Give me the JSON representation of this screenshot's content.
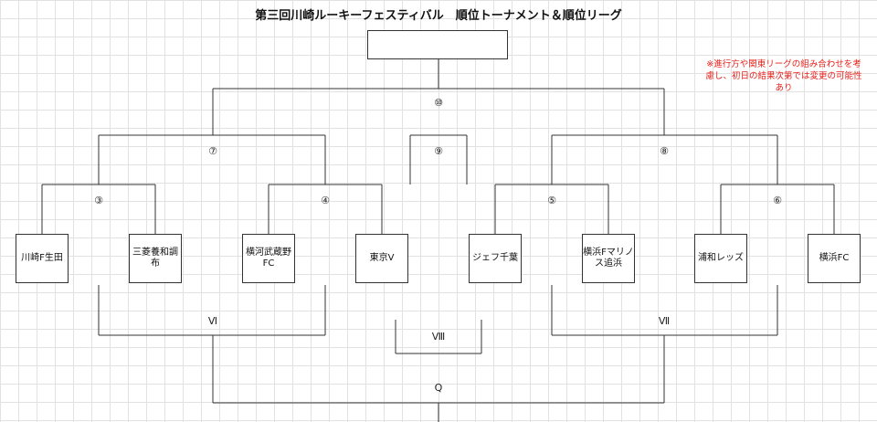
{
  "title": "第三回川崎ルーキーフェスティバル　順位トーナメント＆順位リーグ",
  "note": "※進行方や関東リーグの組み合わせを考慮し、初日の結果次第では変更の可能性あり",
  "colors": {
    "note": "#e8201a",
    "line": "#333333",
    "grid": "#e2e2e2"
  },
  "teams": [
    {
      "name": "川崎F生田"
    },
    {
      "name": "三菱養和調布"
    },
    {
      "name": "横河武蔵野FC"
    },
    {
      "name": "東京V"
    },
    {
      "name": "ジェフ千葉"
    },
    {
      "name": "横浜Fマリノス追浜"
    },
    {
      "name": "浦和レッズ"
    },
    {
      "name": "横浜FC"
    }
  ],
  "matches": {
    "m3": "③",
    "m4": "④",
    "m5": "⑤",
    "m6": "⑥",
    "m7": "⑦",
    "m8": "⑧",
    "m9": "⑨",
    "m10": "⑩",
    "mVI": "Ⅵ",
    "mVII": "Ⅶ",
    "mVIII": "Ⅷ",
    "mQ": "Q"
  }
}
